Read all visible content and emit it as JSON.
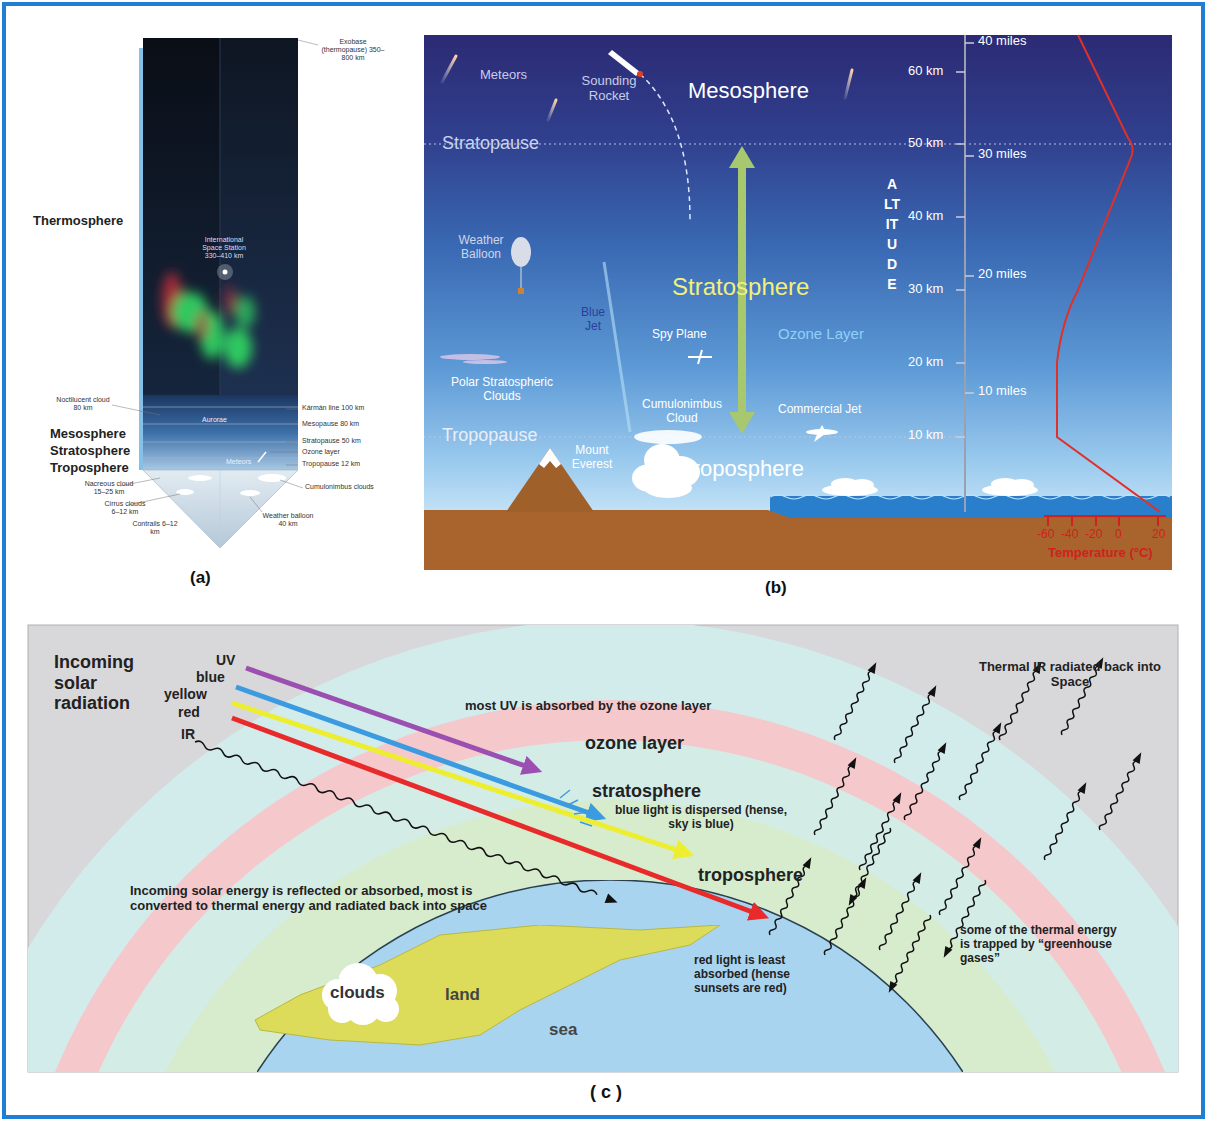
{
  "diagram": {
    "nodes": [
      {
        "text": [
          "(a)"
        ]
      },
      {
        "text": [
          "(b)"
        ]
      },
      {
        "text": [
          "( c )"
        ]
      },
      {
        "text": [
          "clouds"
        ],
        "in": 2
      },
      {
        "text": [
          "land"
        ],
        "in": 2
      },
      {
        "text": [
          "sea"
        ],
        "in": 2
      }
    ],
    "labels": [
      "Exobase (thermopause) 350–800 km",
      "Thermosphere",
      "International Space Station 330–410 km",
      "Noctilucent cloud 80 km",
      "Kármán line 100 km",
      "Aurorae",
      "Mesopause 80 km",
      "Mesosphere",
      "Stratopause 50 km",
      "Ozone layer",
      "Stratosphere",
      "Meteors",
      "Tropopause 12 km",
      "Troposphere",
      "Nacreous cloud 15–25 km",
      "Cumulonimbus clouds",
      "Cirrus clouds 6–12 km",
      "Weather balloon 40 km",
      "Contrails 6–12 km",
      "Meteors",
      "Sounding Rocket",
      "Mesosphere",
      "Stratopause",
      "60 km",
      "40 miles",
      "50 km",
      "30 miles",
      "40 km",
      "ALTITUDE",
      "20 miles",
      "30 km",
      "Weather Balloon",
      "Stratosphere",
      "Blue Jet",
      "Spy Plane",
      "Ozone Layer",
      "20 km",
      "10 miles",
      "Polar Stratospheric Clouds",
      "Cumulonimbus Cloud",
      "Commercial Jet",
      "Tropopause",
      "10 km",
      "Mount Everest",
      "Troposphere",
      "-60",
      "-40",
      "-20",
      "0",
      "20",
      "Temperature (°C)",
      "Incoming solar radiation",
      "UV",
      "blue",
      "yellow",
      "red",
      "IR",
      "most UV is absorbed by the ozone layer",
      "ozone layer",
      "stratosphere",
      "blue light is dispersed (hense, sky is blue)",
      "Thermal IR radiated back into Space",
      "troposphere",
      "Incoming solar energy is reflected or absorbed, most is converted to thermal energy and radiated back into space",
      "some of the thermal energy is trapped by “greenhouse gases”",
      "red light is least absorbed (hense sunsets are red)"
    ]
  }
}
